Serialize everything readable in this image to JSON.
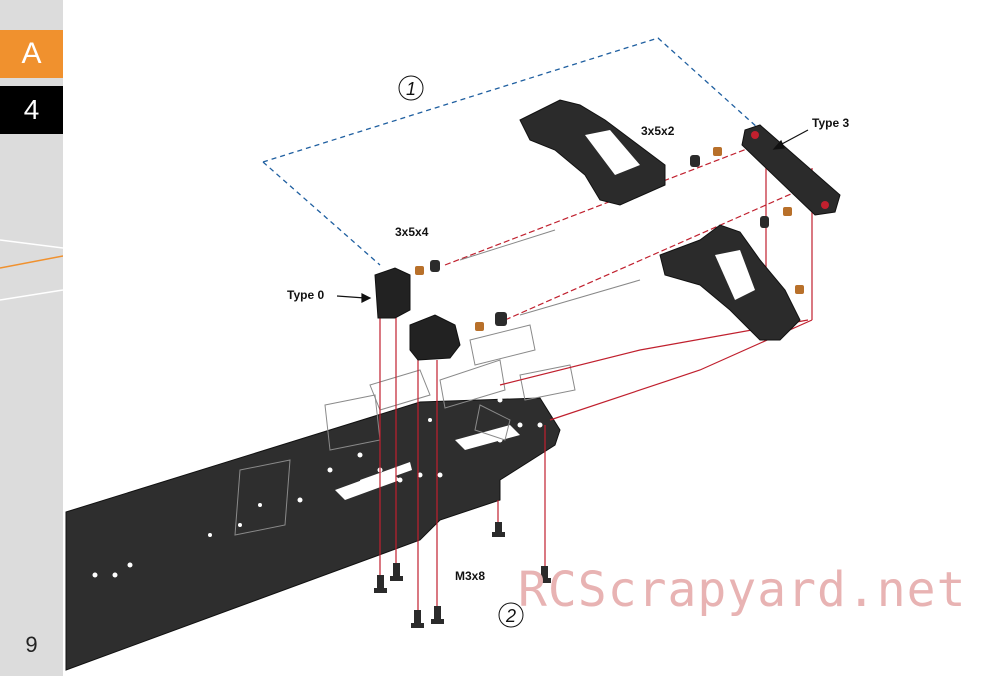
{
  "sidebar": {
    "section_letter": "A",
    "section_number": "4",
    "page_number": "9",
    "accent_color": "#f0912e"
  },
  "labels": {
    "type_0": "Type 0",
    "type_3": "Type 3",
    "bushing_3x5x4": "3x5x4",
    "bushing_3x5x2": "3x5x2",
    "screw_m3x8": "M3x8"
  },
  "steps": {
    "step_1": "1",
    "step_2": "2"
  },
  "watermark": "RCScrapyard.net"
}
